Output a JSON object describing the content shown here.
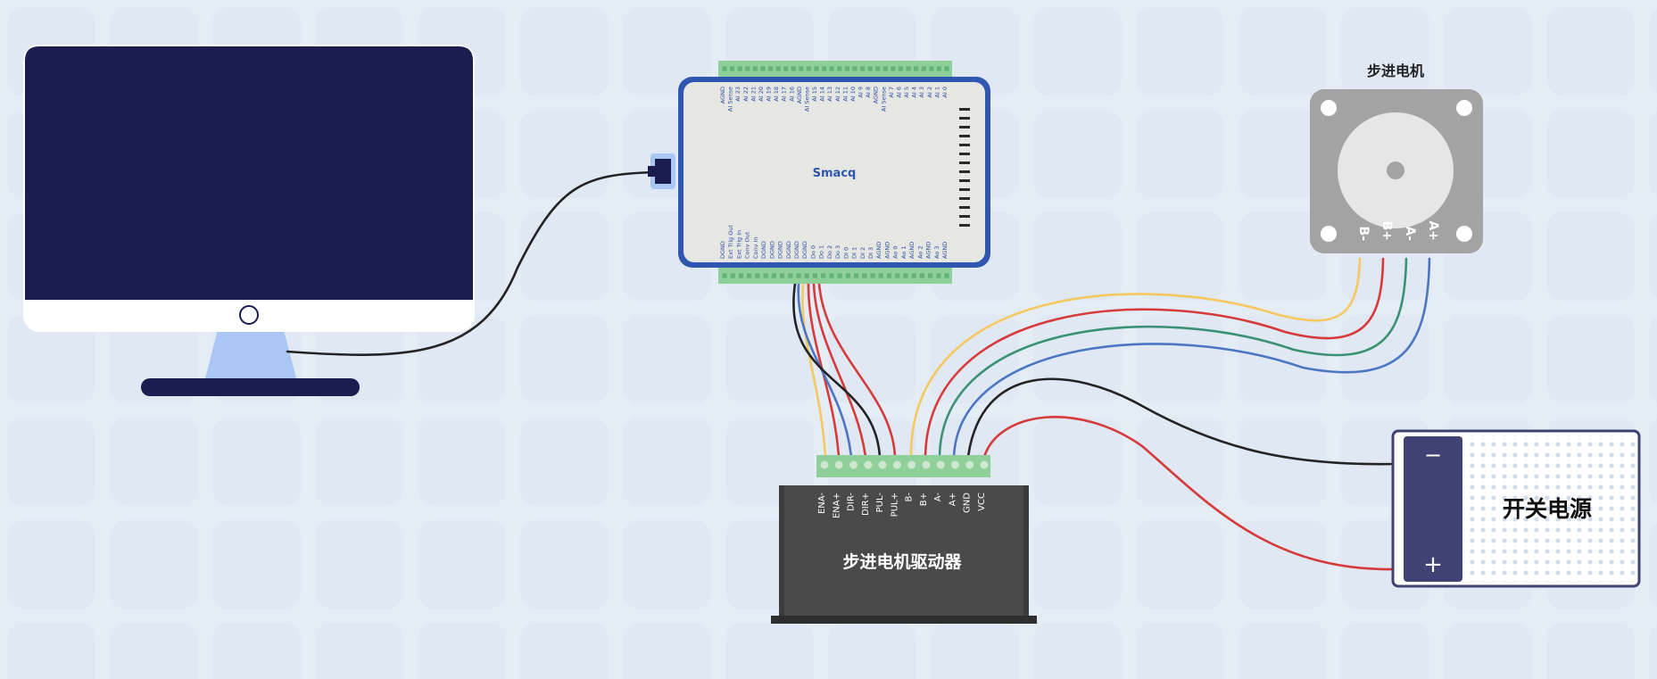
{
  "daq": {
    "brand": "Smacq",
    "top_pins": [
      "AGND",
      "AI Sense",
      "AI 23",
      "AI 22",
      "AI 21",
      "AI 20",
      "AI 19",
      "AI 18",
      "AI 17",
      "AI 16",
      "AGND",
      "AI Sense",
      "AI 15",
      "AI 14",
      "AI 13",
      "AI 12",
      "AI 11",
      "AI 10",
      "AI 9",
      "AI 8",
      "AGND",
      "AI Sense",
      "AI 7",
      "AI 6",
      "AI 5",
      "AI 4",
      "AI 3",
      "AI 2",
      "AI 1",
      "AI 0"
    ],
    "bottom_pins": [
      "DGND",
      "Ext Trig Out",
      "Ext Trig In",
      "Conv Out",
      "Conv In",
      "DGND",
      "DGND",
      "DGND",
      "DGND",
      "DGND",
      "DGND",
      "Do 0",
      "Do 1",
      "Do 2",
      "Do 3",
      "DI 0",
      "DI 1",
      "DI 2",
      "DI 3",
      "AGND",
      "AGND",
      "Ao 0",
      "Ao 1",
      "AGND",
      "Ao 2",
      "AGND",
      "Ao 3",
      "AGND"
    ]
  },
  "motor": {
    "title": "步进电机",
    "pins": [
      "B-",
      "B+",
      "A-",
      "A+"
    ]
  },
  "driver": {
    "title": "步进电机驱动器",
    "pins": [
      "ENA-",
      "ENA+",
      "DIR-",
      "DIR+",
      "PUL-",
      "PUL+",
      "B-",
      "B+",
      "A-",
      "A+",
      "GND",
      "VCC"
    ]
  },
  "psu": {
    "title": "开关电源",
    "minus": "−",
    "plus": "+"
  },
  "colors": {
    "background": "#e4ecf6",
    "monitor_screen": "#1b1c50",
    "daq_body": "#e6e6e2",
    "daq_frame": "#2f56b0",
    "terminal_green": "#8fcf9a",
    "driver_body": "#3c3c3c",
    "motor_body": "#a3a3a3",
    "psu_dark": "#3f4272",
    "wire_yellow": "#f5c860",
    "wire_red": "#d63a3a",
    "wire_green": "#3a9272",
    "wire_blue": "#4a76c4",
    "wire_black": "#232323"
  }
}
